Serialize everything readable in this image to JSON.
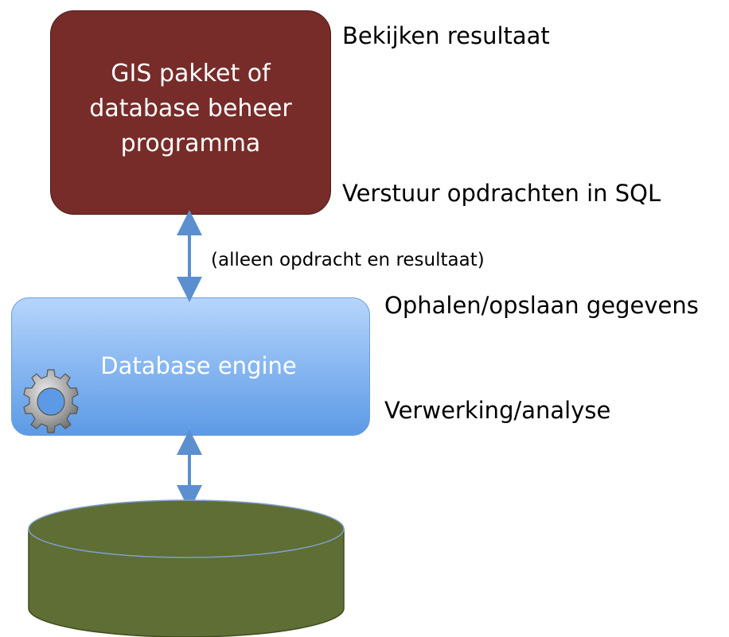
{
  "gis_box": {
    "label": "GIS pakket of\ndatabase beheer\nprogramma"
  },
  "gis_notes": {
    "view": "Bekijken resultaat",
    "send": "Verstuur opdrachten in SQL"
  },
  "connection_note": "(alleen opdracht en resultaat)",
  "engine_box": {
    "label": "Database engine"
  },
  "engine_notes": {
    "fetch": "Ophalen/opslaan gegevens",
    "process": "Verwerking/analyse"
  },
  "colors": {
    "gis_box": "#772c2a",
    "engine_box": "#8cbaf2",
    "database_cylinder": "#5f6e34",
    "arrow": "#5b8fcf"
  },
  "icons": {
    "engine": "gear-icon",
    "storage": "database-cylinder"
  }
}
